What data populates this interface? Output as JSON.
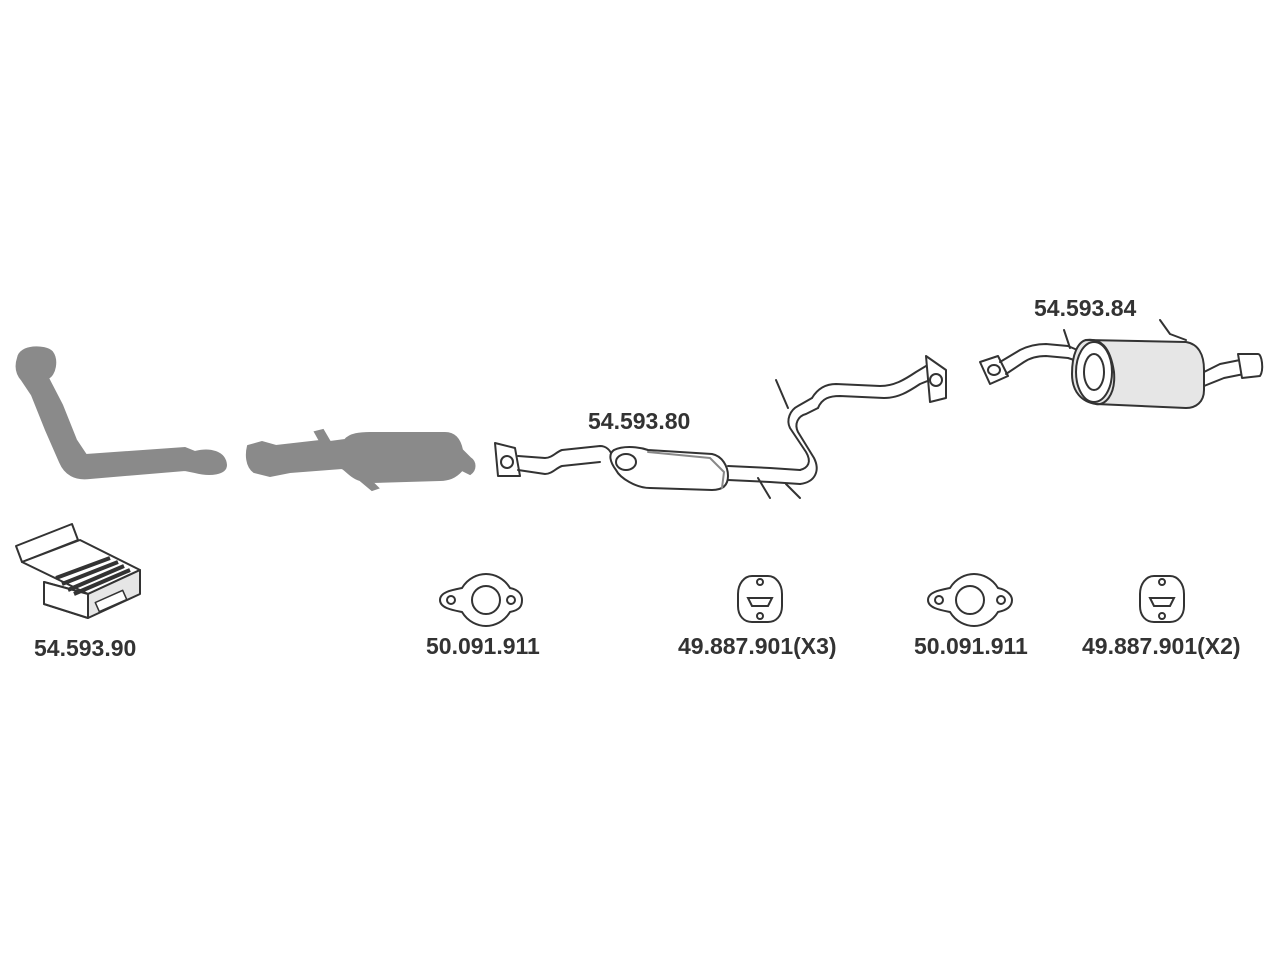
{
  "diagram": {
    "colors": {
      "background": "#ffffff",
      "outline": "#333333",
      "shadow_part": "#8a8a8a",
      "detail_fill": "#ffffff",
      "shade_fill": "#e6e6e6"
    },
    "parts": [
      {
        "id": "front-pipe",
        "label": "",
        "style": "shadow"
      },
      {
        "id": "catalyst",
        "label": "",
        "style": "shadow"
      },
      {
        "id": "center-muffler",
        "label": "54.593.80",
        "style": "outline"
      },
      {
        "id": "rear-muffler",
        "label": "54.593.84",
        "style": "outline"
      },
      {
        "id": "mounting-kit",
        "label": "54.593.90",
        "style": "outline"
      },
      {
        "id": "gasket-1",
        "label": "50.091.911",
        "style": "outline"
      },
      {
        "id": "rubber-mount-1",
        "label": "49.887.901(X3)",
        "style": "outline"
      },
      {
        "id": "gasket-2",
        "label": "50.091.911",
        "style": "outline"
      },
      {
        "id": "rubber-mount-2",
        "label": "49.887.901(X2)",
        "style": "outline"
      }
    ]
  }
}
